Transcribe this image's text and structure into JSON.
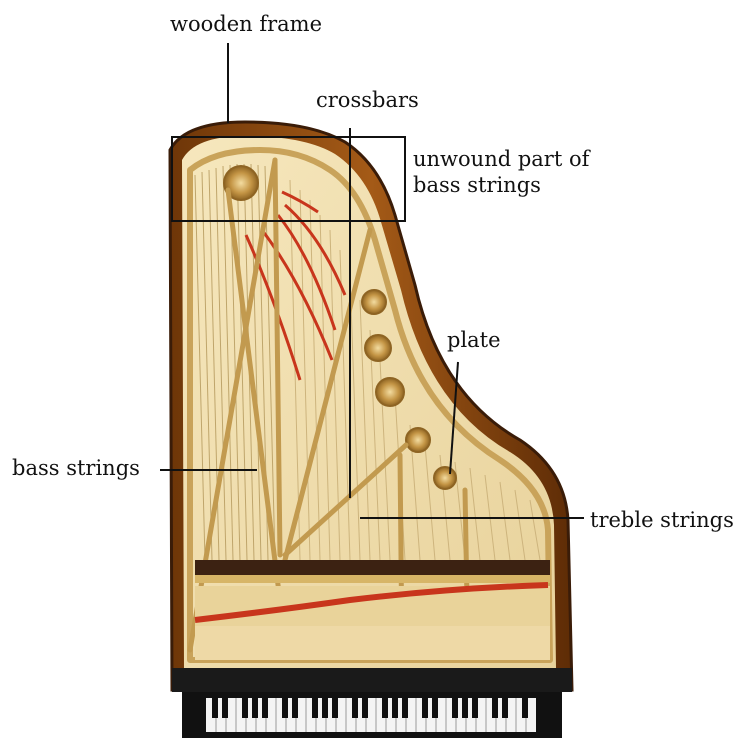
{
  "labels": {
    "wooden_frame": "wooden frame",
    "crossbars": "crossbars",
    "unwound_bass": "unwound part of\nbass strings",
    "plate": "plate",
    "bass_strings": "bass strings",
    "treble_strings": "treble strings"
  },
  "colors": {
    "case": "#8a4a12",
    "case_dark": "#3a1c08",
    "soundboard": "#f1dfae",
    "plate": "#c9a35a",
    "bass_string_red": "#c8351c",
    "keybed": "#1a1a1a",
    "keys_white": "#f4f4f4"
  },
  "icons": {
    "piano": "grand-piano-top-view-illustration"
  }
}
